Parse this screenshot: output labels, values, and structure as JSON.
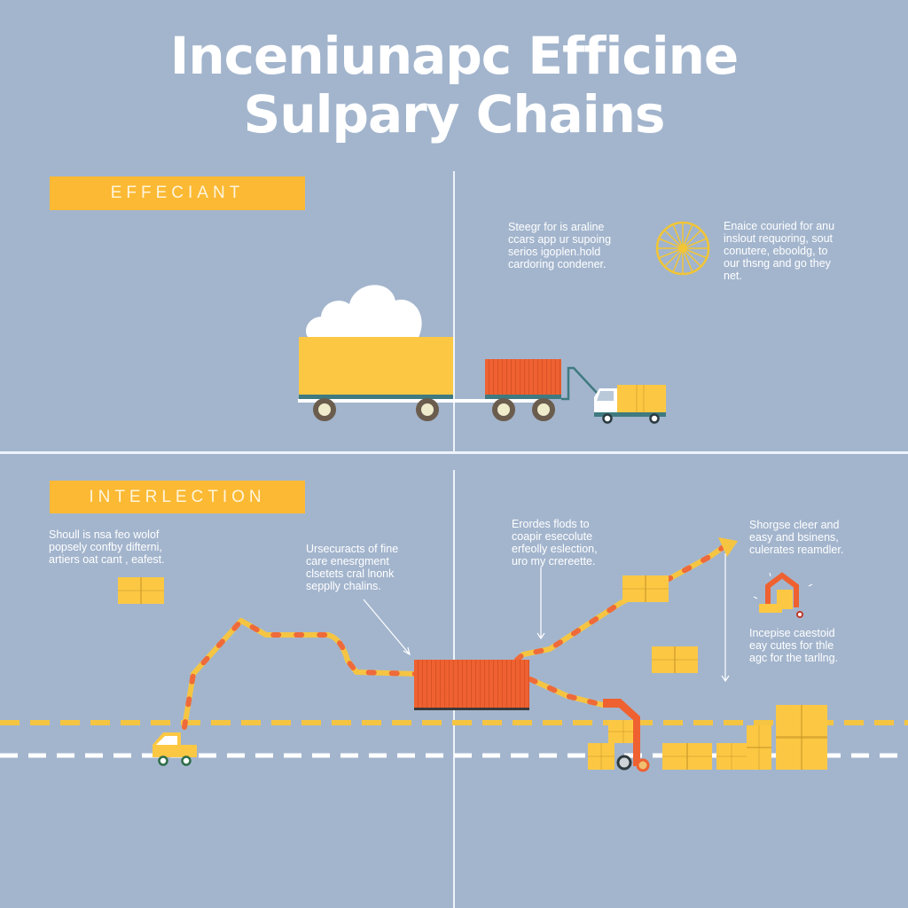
{
  "title": {
    "line1": "Inceniunapc Efficine",
    "line2": "Sulpary Chains"
  },
  "sections": {
    "top": {
      "banner": "EFFECIANT",
      "text_center": "Steegr for is araline\nccars app ur supoing\nserios igoplen.hold\ncardoring condener.",
      "text_right": "Enaice couried for anu\ninslout requoring, sout\nconutere, ebooldg, to\nour thsng and go they\nnet.",
      "icon": "wheel-icon"
    },
    "bottom": {
      "banner": "INTERLECTION",
      "text_left": "Shoull is nsa feo wolof\npopsely confby difterni,\nartiers oat cant , eafest.",
      "text_mid": "Ursecuracts of fine\ncare enesrgment\nclsetets cral lnonk\nsepplly chalins.",
      "text_center": "Erordes flods to\ncoapir esecolute\nerfeolly eslection,\nuro my crereette.",
      "text_right_top": "Shorgse cleer and\neasy and bsinens,\nculerates reamdler.",
      "text_right_bottom": "Incepise caestoid\neay cutes for thle\nagc for the tarllng."
    }
  },
  "colors": {
    "background": "#a3b5cd",
    "banner": "#fbb934",
    "yellow": "#fcc844",
    "orange": "#ef6130",
    "white": "#ffffff",
    "teal": "#3f7a80"
  }
}
